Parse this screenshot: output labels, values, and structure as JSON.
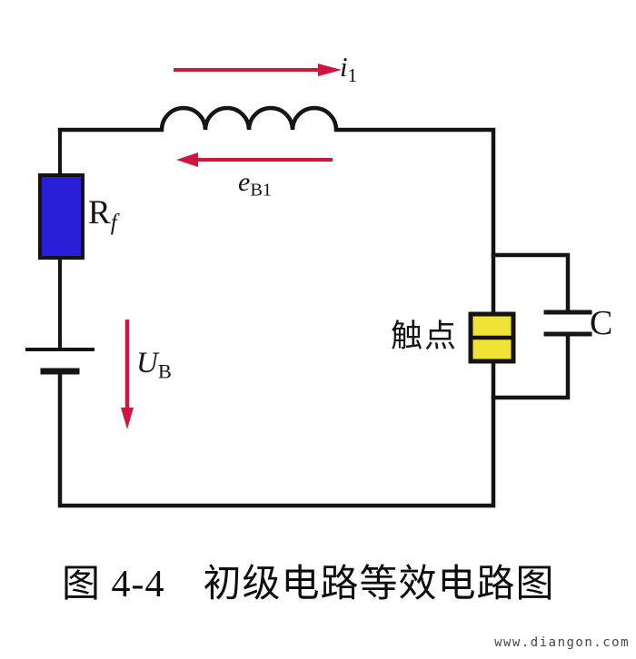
{
  "figure": {
    "caption_prefix": "图 4-4",
    "caption_title": "初级电路等效电路图",
    "watermark": "www.diangon.com"
  },
  "labels": {
    "current": {
      "base": "i",
      "sub": "1"
    },
    "emf": {
      "base": "e",
      "sub": "B1"
    },
    "resistor": {
      "base": "R",
      "sub": "f"
    },
    "supply_voltage": {
      "base": "U",
      "sub": "B"
    },
    "contact": "触点",
    "capacitor": "C"
  },
  "colors": {
    "arrow_red": "#d2153e",
    "resistor_blue": "#2a1ed8",
    "contact_yellow": "#f0e232",
    "wire_black": "#141414",
    "watermark_gray": "#474747"
  }
}
